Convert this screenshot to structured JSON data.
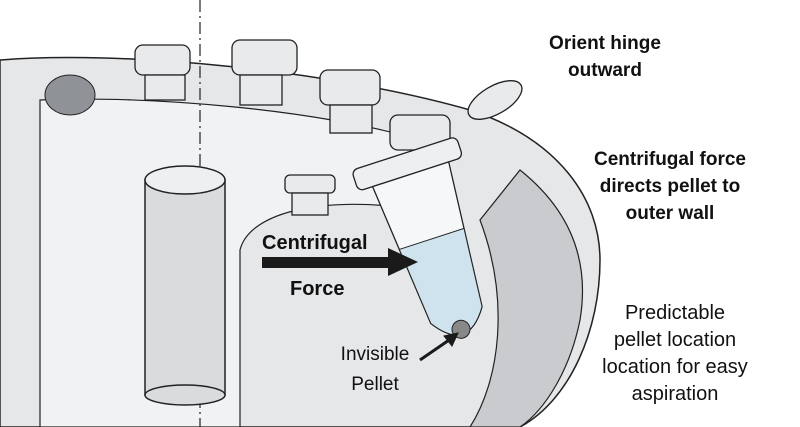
{
  "labels": {
    "orient_hinge": [
      "Orient hinge",
      "outward"
    ],
    "force_directs": [
      "Centrifugal force",
      "directs pellet to",
      "outer wall"
    ],
    "centrifugal_force": [
      "Centrifugal",
      "Force"
    ],
    "invisible_pellet": [
      "Invisible",
      "Pellet"
    ],
    "predictable": [
      "Predictable",
      "pellet location",
      "location for easy",
      "aspiration"
    ]
  },
  "colors": {
    "rotor": "#e6e7e9",
    "rotor_shade": "#c9cbce",
    "outline": "#222222",
    "arrow": "#1a1a1a"
  }
}
